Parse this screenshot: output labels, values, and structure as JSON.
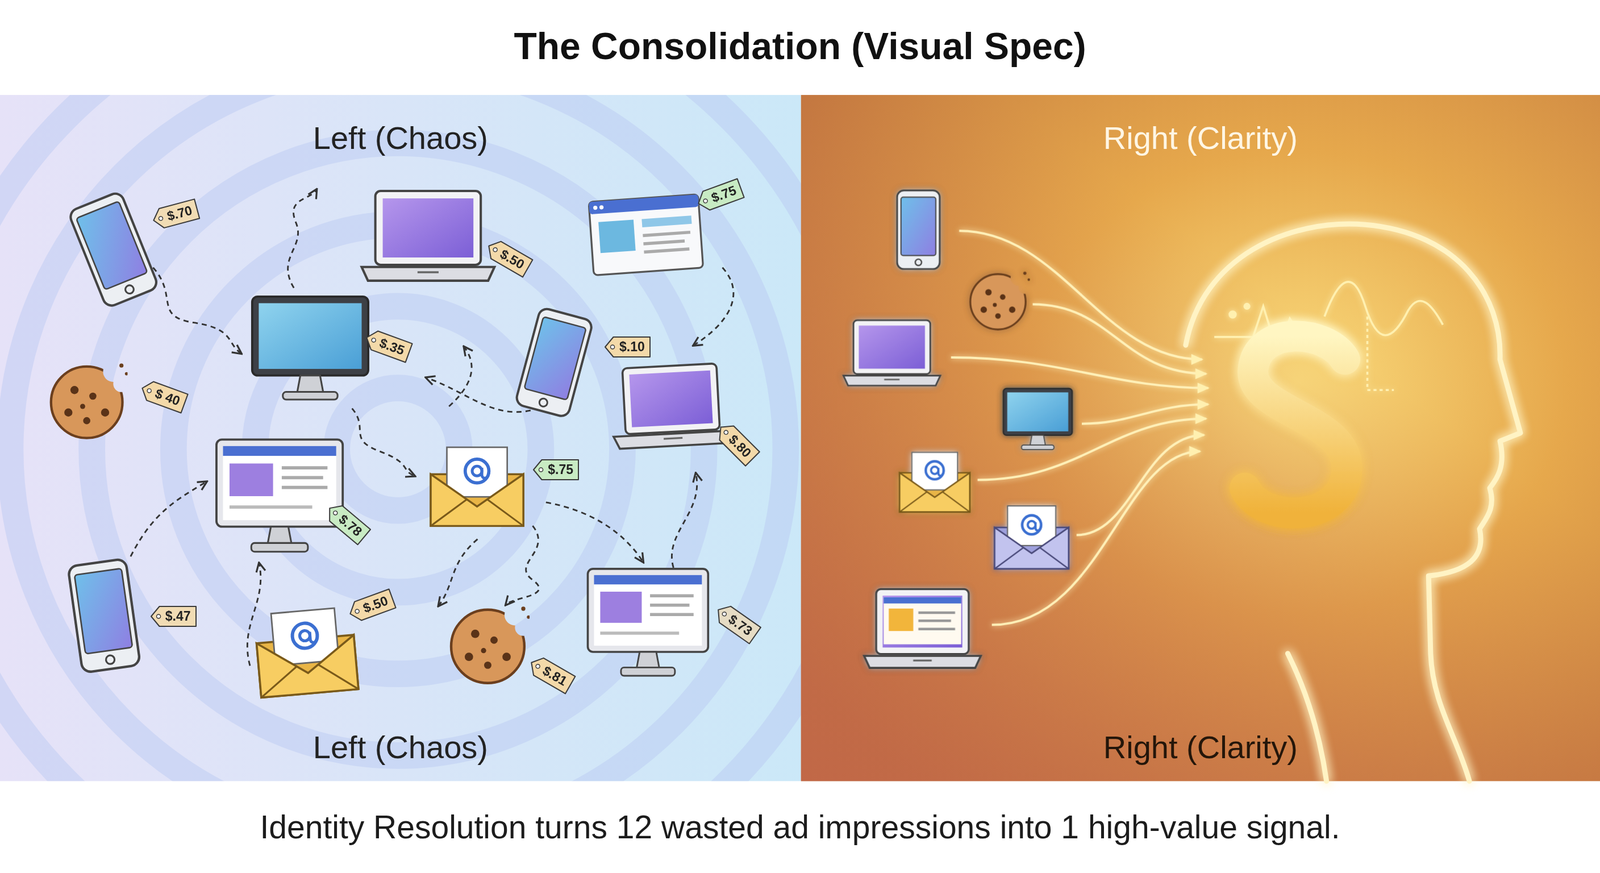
{
  "diagram": {
    "title": "The Consolidation (Visual Spec)",
    "caption": "Identity Resolution turns 12 wasted ad impressions into 1 high-value signal.",
    "nodes": [
      {
        "text": [
          "Left (Chaos)",
          "Left (Chaos)"
        ]
      },
      {
        "text": [
          "Right (Clarity)",
          "Right (Clarity)"
        ]
      },
      {
        "text": [
          "$.75"
        ],
        "in": 0
      },
      {
        "text": [
          "$.70"
        ],
        "in": 0
      },
      {
        "text": [
          "$.50"
        ],
        "in": 0
      },
      {
        "text": [
          "$.35"
        ],
        "in": 0
      },
      {
        "text": [
          "$.10"
        ],
        "in": 0
      },
      {
        "text": [
          "$ 40"
        ],
        "in": 0
      },
      {
        "text": [
          "$.80"
        ],
        "in": 0
      },
      {
        "text": [
          "$.75"
        ],
        "in": 0
      },
      {
        "text": [
          "$.78"
        ],
        "in": 0
      },
      {
        "text": [
          "$.50"
        ],
        "in": 0
      },
      {
        "text": [
          "$.47"
        ],
        "in": 0
      },
      {
        "text": [
          "$.73"
        ],
        "in": 0
      },
      {
        "text": [
          "$.81"
        ],
        "in": 0
      }
    ]
  }
}
